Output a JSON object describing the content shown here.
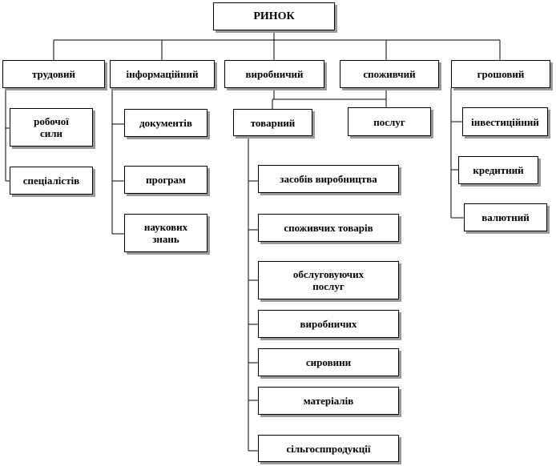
{
  "root": "РИНОК",
  "categories": {
    "labor": "трудовий",
    "info": "інформаційний",
    "production": "виробничий",
    "consumer": "споживчий",
    "money": "грошовий"
  },
  "labor_items": [
    "робочої\nсили",
    "спеціалістів"
  ],
  "info_items": [
    "документів",
    "програм",
    "наукових\nзнань"
  ],
  "production_sub": {
    "goods": "товарний",
    "services": "послуг"
  },
  "goods_items": [
    "засобів  виробництва",
    "споживчих товарів",
    "обслуговуючих\nпослуг",
    "виробничих",
    "сировини",
    "матеріалів",
    "сільгосппродукції"
  ],
  "money_items": [
    "інвестиційний",
    "кредитний",
    "валютний"
  ]
}
